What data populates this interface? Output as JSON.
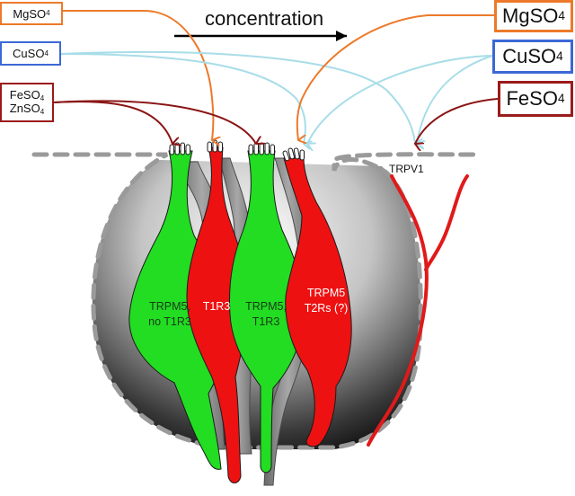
{
  "left_boxes": {
    "mgso4": {
      "label": "MgSO",
      "sub": "4",
      "color": "#ec7a2a"
    },
    "cuso4": {
      "label": "CuSO",
      "sub": "4",
      "color": "#3b68d6"
    },
    "feso4": {
      "label": "FeSO",
      "sub": "4",
      "color": "#9a1b1b"
    },
    "znso4": {
      "label": "ZnSO",
      "sub": "4",
      "color": "#9a1b1b"
    }
  },
  "right_boxes": {
    "mgso4": {
      "label": "MgSO",
      "sub": "4",
      "color": "#ec7a2a"
    },
    "cuso4": {
      "label": "CuSO",
      "sub": "4",
      "color": "#3b68d6"
    },
    "feso4": {
      "label": "FeSO",
      "sub": "4",
      "color": "#9a1b1b"
    }
  },
  "concentration_label": "concentration",
  "cells": {
    "trpm5_no_t1r3": {
      "line1": "TRPM5,",
      "line2": "no T1R3",
      "color": "#22dd22"
    },
    "t1r3": {
      "line1": "T1R3",
      "color": "#ee1111"
    },
    "trpm5_t1r3": {
      "line1": "TRPM5,",
      "line2": "T1R3",
      "color": "#22dd22"
    },
    "trpm5_t2rs": {
      "line1": "TRPM5",
      "line2": "T2Rs (?)",
      "color": "#ee1111"
    }
  },
  "nerve_label": "TRPV1",
  "colors": {
    "arrow_mg": "#ec7a2a",
    "arrow_cu": "#a8dde8",
    "arrow_fe": "#8b1515",
    "dashed_outline": "#9a9a9a",
    "nerve": "#e01a1a"
  }
}
